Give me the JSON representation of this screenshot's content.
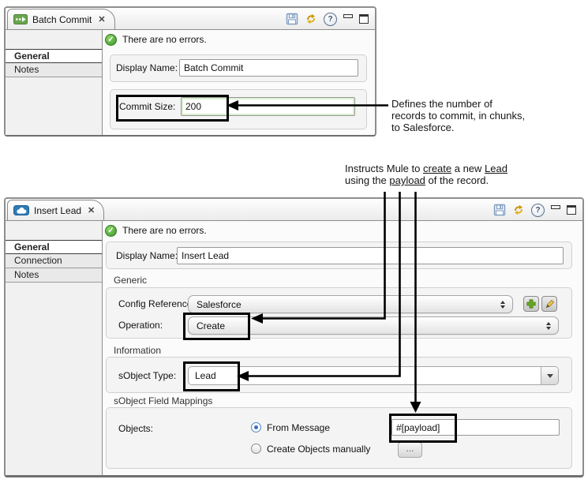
{
  "glyphs": {
    "close": "✕",
    "help": "?",
    "check": "✓"
  },
  "batch_panel": {
    "tab_title": "Batch Commit",
    "status": "There are no errors.",
    "sidebar": [
      {
        "label": "General"
      },
      {
        "label": "Notes"
      }
    ],
    "display_name": {
      "label": "Display Name:",
      "value": "Batch Commit"
    },
    "commit_size": {
      "label": "Commit Size:",
      "value": "200"
    }
  },
  "insert_panel": {
    "tab_title": "Insert Lead",
    "status": "There are no errors.",
    "sidebar": [
      {
        "label": "General"
      },
      {
        "label": "Connection"
      },
      {
        "label": "Notes"
      }
    ],
    "display_name": {
      "label": "Display Name:",
      "value": "Insert Lead"
    },
    "sections": {
      "generic": "Generic",
      "information": "Information",
      "mappings": "sObject Field Mappings"
    },
    "config_reference": {
      "label": "Config Reference:",
      "value": "Salesforce"
    },
    "operation": {
      "label": "Operation:",
      "value": "Create"
    },
    "sobject_type": {
      "label": "sObject Type:",
      "value": "Lead"
    },
    "objects": {
      "label": "Objects:",
      "from_message": "From Message",
      "create_manually": "Create Objects manually",
      "payload_value": "#[payload]",
      "more_label": "..."
    }
  },
  "callouts": {
    "commit_size": {
      "line1": "Defines the number of",
      "line2": "records to commit, in chunks,",
      "line3": "to Salesforce."
    },
    "insert_lead": {
      "l1p1": "Instructs Mule to ",
      "l1p2": "create",
      "l1p3": " a new ",
      "l1p4": "Lead",
      "l2p1": "using the ",
      "l2p2": "payload",
      "l2p3": " of the record."
    }
  },
  "colors": {
    "accent_green": "#3d9428",
    "tab_icon_green": "#69a74e",
    "tab_icon_blue": "#2e7cb8",
    "sync_gold": "#c99700"
  }
}
